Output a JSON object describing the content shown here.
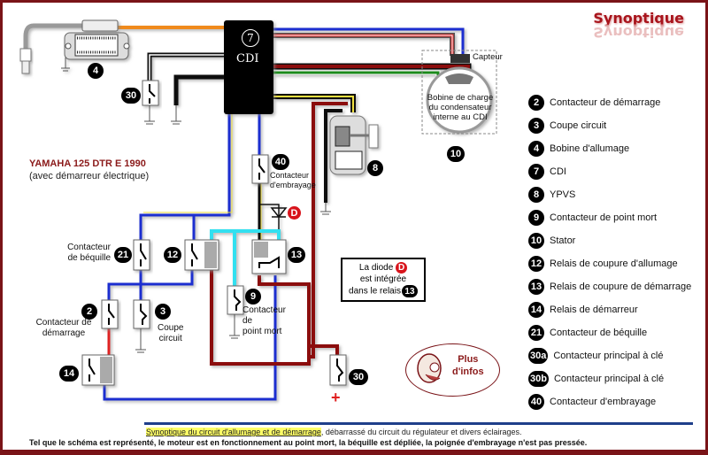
{
  "brand": {
    "title": "Synoptique"
  },
  "model": {
    "title": "YAMAHA 125 DTR E  1990",
    "subtitle": "(avec démarreur électrique)"
  },
  "cdi": {
    "number": "7",
    "label": "CDI"
  },
  "diagram_labels": {
    "capteur": "Capteur",
    "stator_line1": "Bobine de charge",
    "stator_line2": "du condensateur",
    "stator_line3": "interne au CDI",
    "contacteur_bequille_1": "Contacteur",
    "contacteur_bequille_2": "de béquille",
    "contacteur_demarrage_1": "Contacteur de",
    "contacteur_demarrage_2": "démarrage",
    "coupe_circuit_1": "Coupe",
    "coupe_circuit_2": "circuit",
    "embrayage_1": "Contacteur",
    "embrayage_2": "d'embrayage",
    "point_mort_1": "Contacteur",
    "point_mort_2": "de",
    "point_mort_3": "point mort",
    "plus_sign": "+",
    "diode": "D"
  },
  "component_numbers": {
    "bobine": "4",
    "cle_top": "30",
    "ypvs": "8",
    "stator": "10",
    "embrayage": "40",
    "bequille": "21",
    "relais_allumage": "12",
    "relais_demarrage": "13",
    "demarrage": "2",
    "coupe": "3",
    "relais_demarreur": "14",
    "point_mort": "9",
    "cle_bottom": "30"
  },
  "note": {
    "line1": "La diode",
    "diode": "D",
    "line2": "est intégrée",
    "line3": "dans le relais",
    "relay": "13"
  },
  "infos": {
    "line1": "Plus",
    "line2": "d'infos"
  },
  "legend": [
    {
      "num": "2",
      "label": "Contacteur de démarrage"
    },
    {
      "num": "3",
      "label": "Coupe circuit"
    },
    {
      "num": "4",
      "label": "Bobine d'allumage"
    },
    {
      "num": "7",
      "label": "CDI"
    },
    {
      "num": "8",
      "label": "YPVS"
    },
    {
      "num": "9",
      "label": "Contacteur de point mort"
    },
    {
      "num": "10",
      "label": "Stator"
    },
    {
      "num": "12",
      "label": "Relais de coupure d'allumage"
    },
    {
      "num": "13",
      "label": "Relais de coupure de démarrage"
    },
    {
      "num": "14",
      "label": "Relais de démarreur"
    },
    {
      "num": "21",
      "label": "Contacteur de béquille"
    },
    {
      "num": "30a",
      "label": "Contacteur principal à clé"
    },
    {
      "num": "30b",
      "label": "Contacteur principal à clé"
    },
    {
      "num": "40",
      "label": "Contacteur d'embrayage"
    }
  ],
  "footer": {
    "highlight": "Synoptique du circuit d'allumage et de démarrage",
    "rest": ", débarrassé du circuit du régulateur et divers éclairages.",
    "line2": "Tel que le schéma est représenté, le moteur est en fonctionnement au point mort, la béquille est dépliée, la poignée d'embrayage n'est pas pressée."
  },
  "colors": {
    "frame": "#7a1418",
    "wire_blue": "#1a2fd0",
    "wire_red": "#e02020",
    "wire_darkred": "#8b1010",
    "wire_green": "#1a8a1a",
    "wire_cyan": "#33e0f0",
    "wire_orange": "#f08a1a",
    "wire_yellow": "#f0e040",
    "footer_rule": "#1f3f8a"
  }
}
